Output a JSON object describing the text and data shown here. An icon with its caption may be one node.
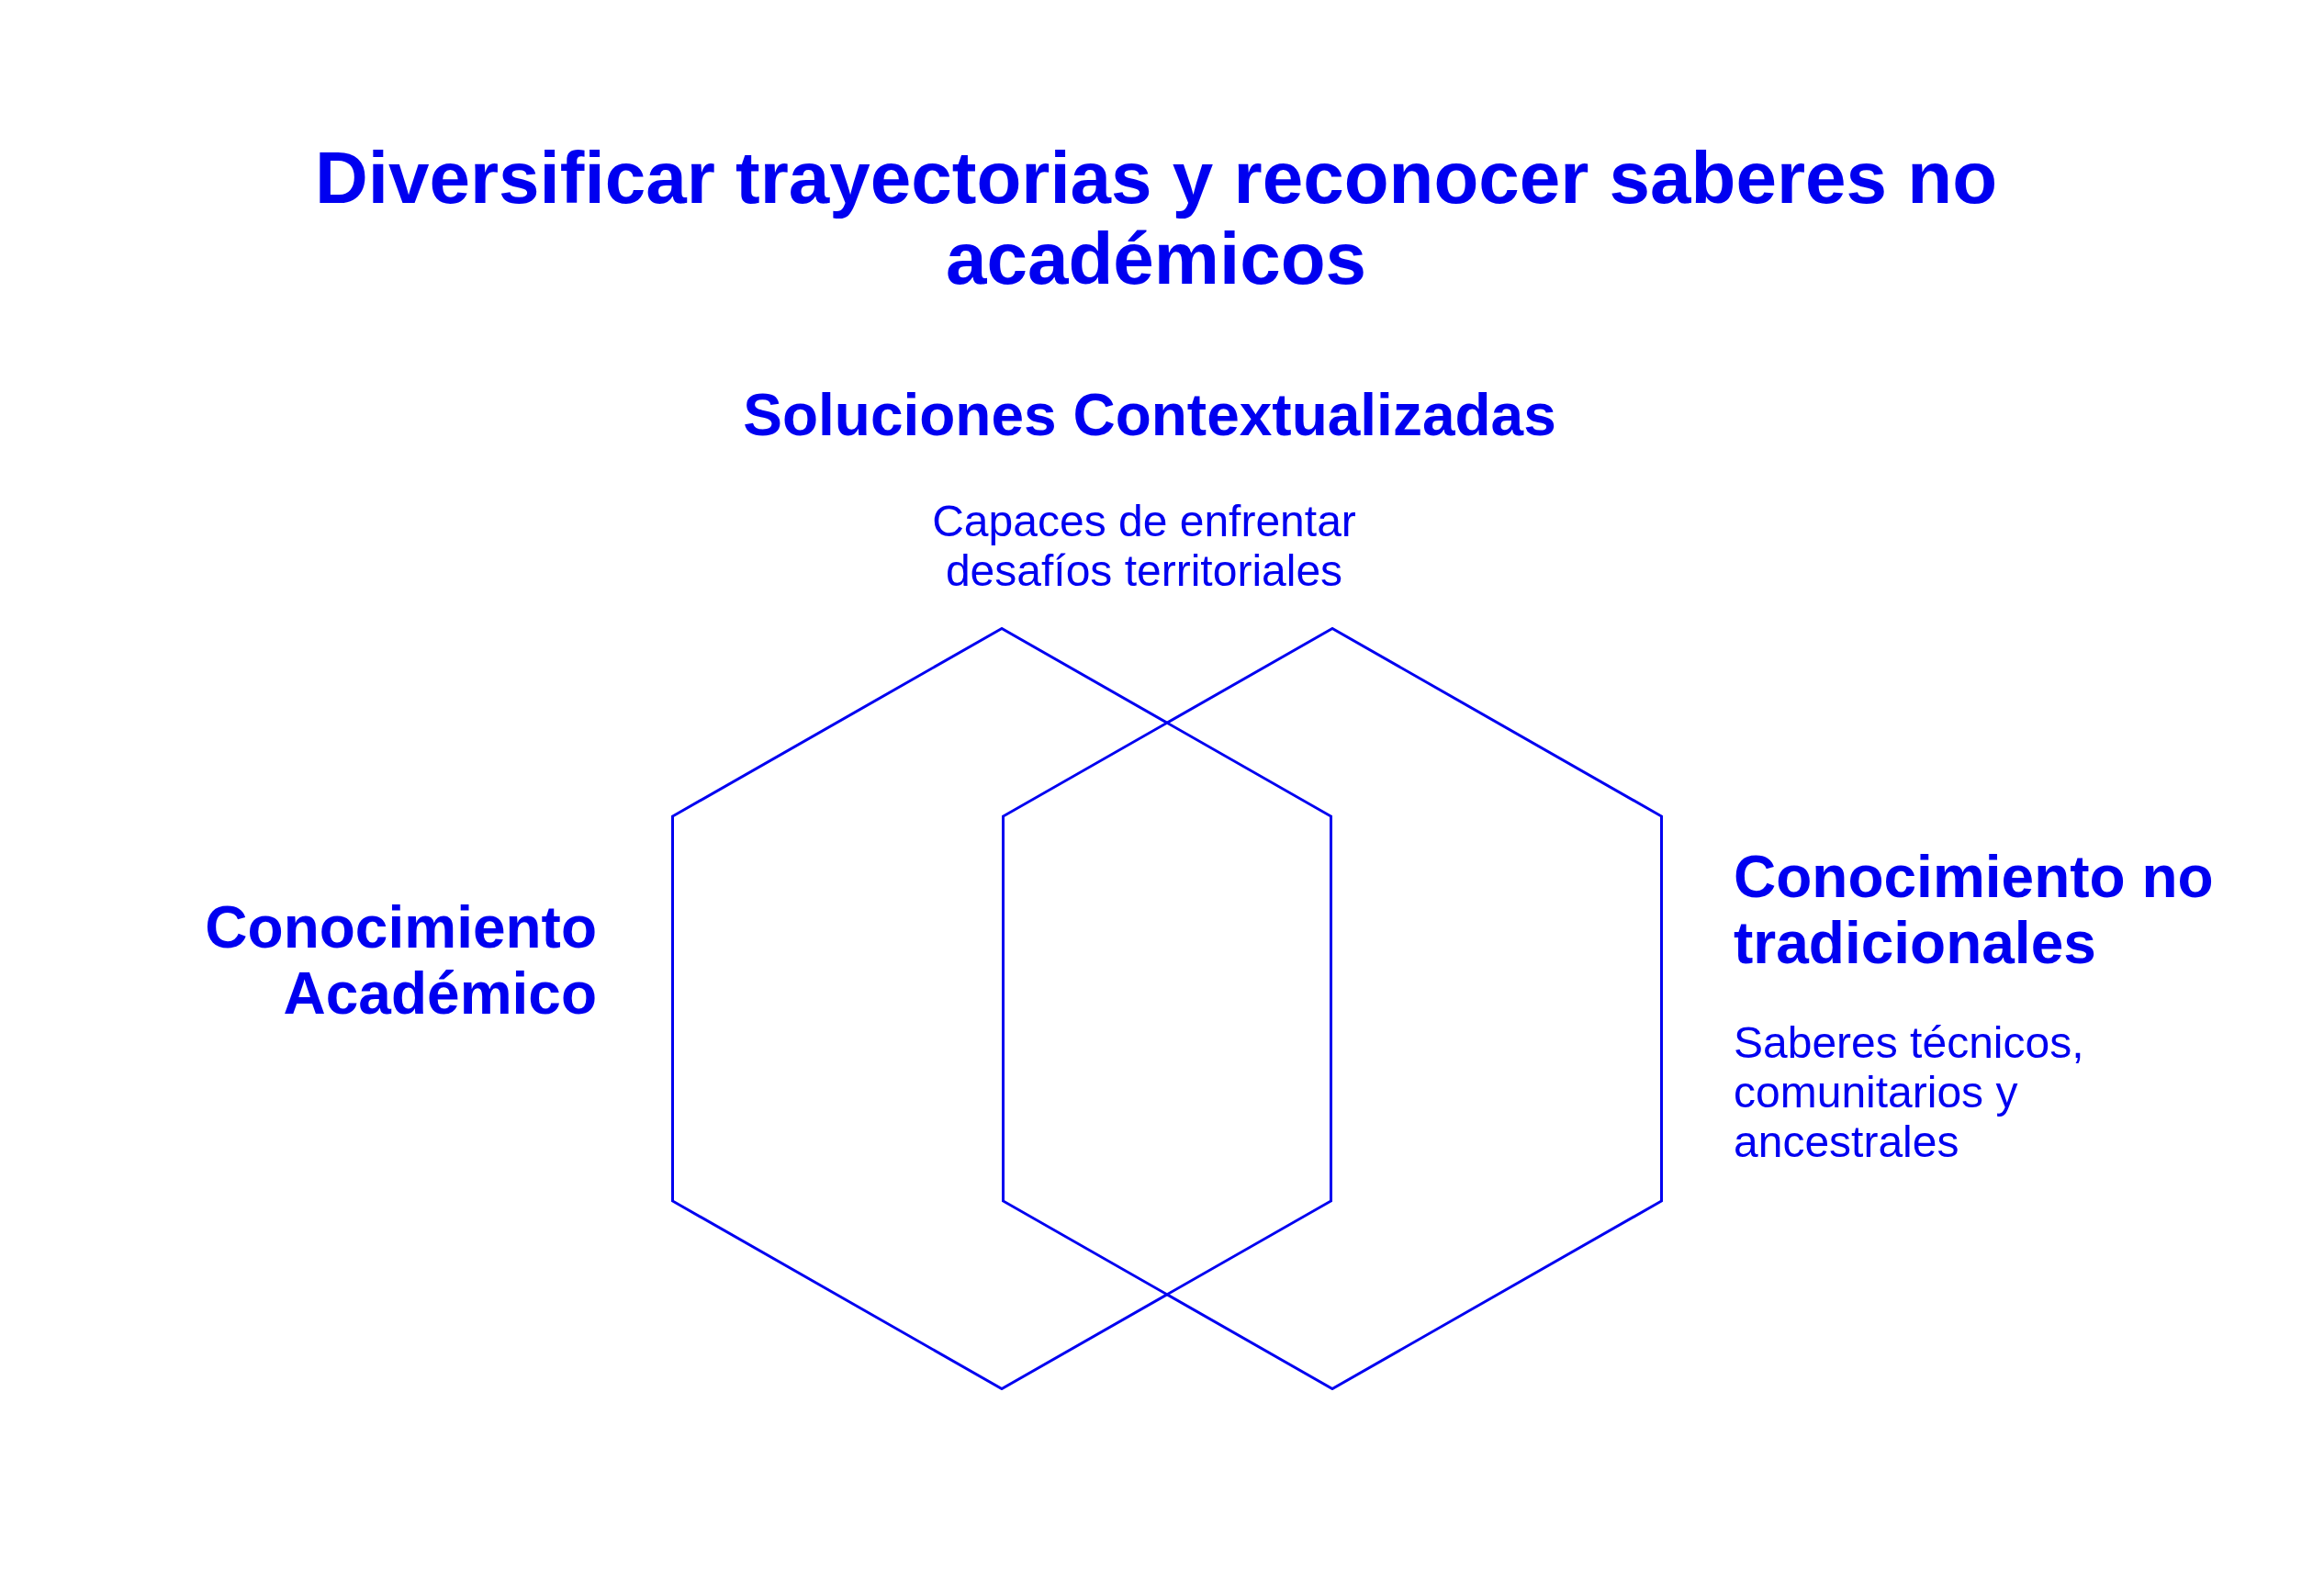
{
  "diagram": {
    "title": "Diversificar trayectorias y reconocer saberes no académicos",
    "nodes": [
      {
        "text": [
          "Conocimiento Académico"
        ]
      },
      {
        "text": [
          "Conocimiento no tradicionales",
          "Saberes técnicos, comunitarios y ancestrales"
        ]
      }
    ],
    "labels": [
      "Soluciones Contextualizadas",
      "Capaces de enfrentar desafíos territoriales"
    ]
  }
}
